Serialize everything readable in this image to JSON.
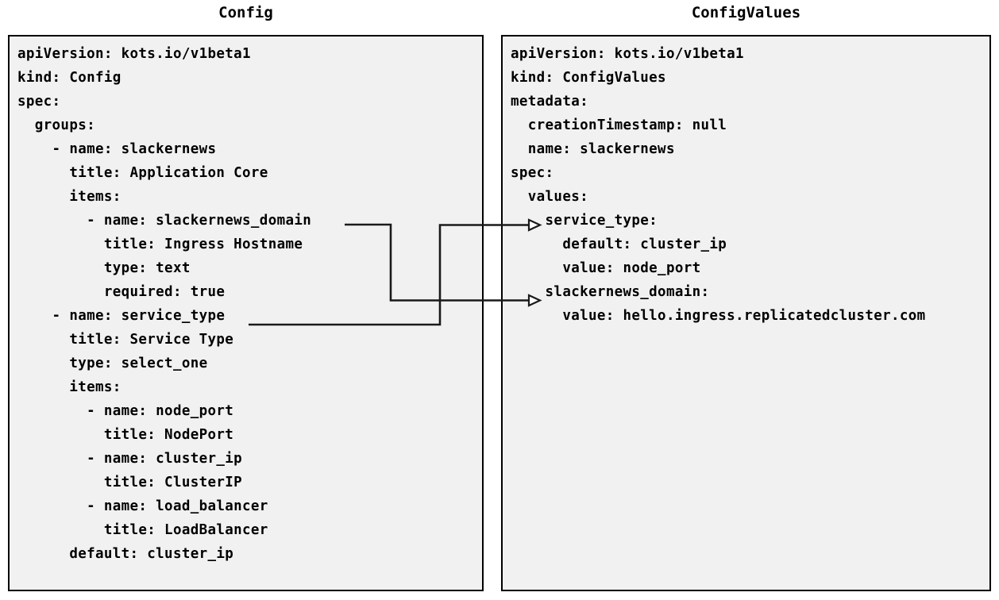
{
  "panels": {
    "config": {
      "title": "Config",
      "code": "apiVersion: kots.io/v1beta1\nkind: Config\nspec:\n  groups:\n    - name: slackernews\n      title: Application Core\n      items:\n        - name: slackernews_domain\n          title: Ingress Hostname\n          type: text\n          required: true\n    - name: service_type\n      title: Service Type\n      type: select_one\n      items:\n        - name: node_port\n          title: NodePort\n        - name: cluster_ip\n          title: ClusterIP\n        - name: load_balancer\n          title: LoadBalancer\n      default: cluster_ip",
      "lines": [
        "apiVersion: kots.io/v1beta1",
        "kind: Config",
        "spec:",
        "  groups:",
        "    - name: slackernews",
        "      title: Application Core",
        "      items:",
        "        - name: slackernews_domain",
        "          title: Ingress Hostname",
        "          type: text",
        "          required: true",
        "    - name: service_type",
        "      title: Service Type",
        "      type: select_one",
        "      items:",
        "        - name: node_port",
        "          title: NodePort",
        "        - name: cluster_ip",
        "          title: ClusterIP",
        "        - name: load_balancer",
        "          title: LoadBalancer",
        "      default: cluster_ip"
      ]
    },
    "values": {
      "title": "ConfigValues",
      "code": "apiVersion: kots.io/v1beta1\nkind: ConfigValues\nmetadata:\n  creationTimestamp: null\n  name: slackernews\nspec:\n  values:\n    service_type:\n      default: cluster_ip\n      value: node_port\n    slackernews_domain:\n      value: hello.ingress.replicatedcluster.com",
      "lines": [
        "apiVersion: kots.io/v1beta1",
        "kind: ConfigValues",
        "metadata:",
        "  creationTimestamp: null",
        "  name: slackernews",
        "spec:",
        "  values:",
        "    service_type:",
        "      default: cluster_ip",
        "      value: node_port",
        "    slackernews_domain:",
        "      value: hello.ingress.replicatedcluster.com"
      ]
    }
  },
  "connectors": [
    {
      "name": "slackernews-domain-link",
      "from": "Config: - name: slackernews_domain",
      "to": "ConfigValues: slackernews_domain:",
      "color": "#1a1a1a"
    },
    {
      "name": "service-type-link",
      "from": "Config: - name: service_type",
      "to": "ConfigValues: service_type:",
      "color": "#1a1a1a"
    }
  ],
  "colors": {
    "panel_background": "#f1f1f1",
    "panel_border": "#000000",
    "page_background": "#ffffff",
    "text": "#000000",
    "connector": "#1a1a1a"
  }
}
